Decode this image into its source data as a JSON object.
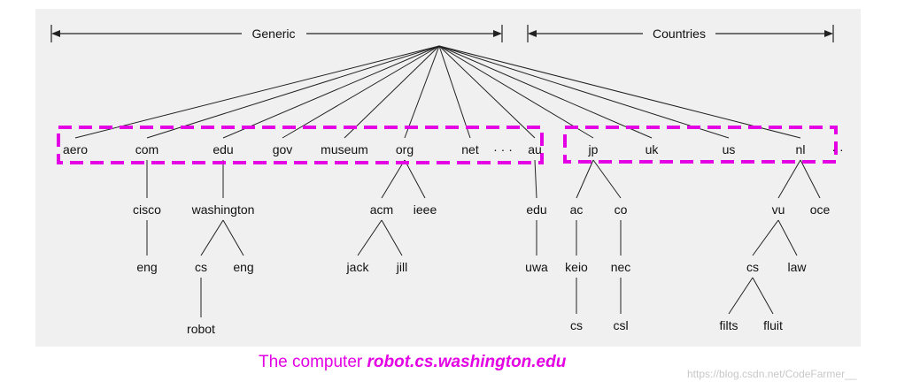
{
  "headers": {
    "generic": "Generic",
    "countries": "Countries"
  },
  "nodes": {
    "root": "",
    "aero": "aero",
    "com": "com",
    "edu": "edu",
    "gov": "gov",
    "museum": "museum",
    "org": "org",
    "net": "net",
    "generic_ellipsis": "· · ·",
    "au": "au",
    "jp": "jp",
    "uk": "uk",
    "us": "us",
    "nl": "nl",
    "country_ellipsis": "· ·",
    "cisco": "cisco",
    "cisco_eng": "eng",
    "washington": "washington",
    "wash_cs": "cs",
    "wash_eng": "eng",
    "robot": "robot",
    "acm": "acm",
    "ieee": "ieee",
    "jack": "jack",
    "jill": "jill",
    "au_edu": "edu",
    "uwa": "uwa",
    "ac": "ac",
    "keio": "keio",
    "keio_cs": "cs",
    "co": "co",
    "nec": "nec",
    "csl": "csl",
    "vu": "vu",
    "oce": "oce",
    "vu_cs": "cs",
    "law": "law",
    "filts": "filts",
    "fluit": "fluit"
  },
  "edges": [
    [
      "root",
      "aero"
    ],
    [
      "root",
      "com"
    ],
    [
      "root",
      "edu"
    ],
    [
      "root",
      "gov"
    ],
    [
      "root",
      "museum"
    ],
    [
      "root",
      "org"
    ],
    [
      "root",
      "net"
    ],
    [
      "root",
      "au"
    ],
    [
      "root",
      "jp"
    ],
    [
      "root",
      "uk"
    ],
    [
      "root",
      "us"
    ],
    [
      "root",
      "nl"
    ],
    [
      "com",
      "cisco"
    ],
    [
      "cisco",
      "cisco_eng"
    ],
    [
      "edu",
      "washington"
    ],
    [
      "washington",
      "wash_cs"
    ],
    [
      "washington",
      "wash_eng"
    ],
    [
      "wash_cs",
      "robot"
    ],
    [
      "org",
      "acm"
    ],
    [
      "org",
      "ieee"
    ],
    [
      "acm",
      "jack"
    ],
    [
      "acm",
      "jill"
    ],
    [
      "au",
      "au_edu"
    ],
    [
      "au_edu",
      "uwa"
    ],
    [
      "jp",
      "ac"
    ],
    [
      "jp",
      "co"
    ],
    [
      "ac",
      "keio"
    ],
    [
      "keio",
      "keio_cs"
    ],
    [
      "co",
      "nec"
    ],
    [
      "nec",
      "csl"
    ],
    [
      "nl",
      "vu"
    ],
    [
      "nl",
      "oce"
    ],
    [
      "vu",
      "vu_cs"
    ],
    [
      "vu",
      "law"
    ],
    [
      "vu_cs",
      "filts"
    ],
    [
      "vu_cs",
      "fluit"
    ]
  ],
  "caption": {
    "prefix": "The computer ",
    "host": "robot.cs.washington.edu"
  },
  "watermark": "https://blog.csdn.net/CodeFarmer__",
  "colors": {
    "highlight": "#e400e4",
    "canvas": "#f0f0f0",
    "ink": "#111111",
    "watermark": "#c8c8c8"
  }
}
